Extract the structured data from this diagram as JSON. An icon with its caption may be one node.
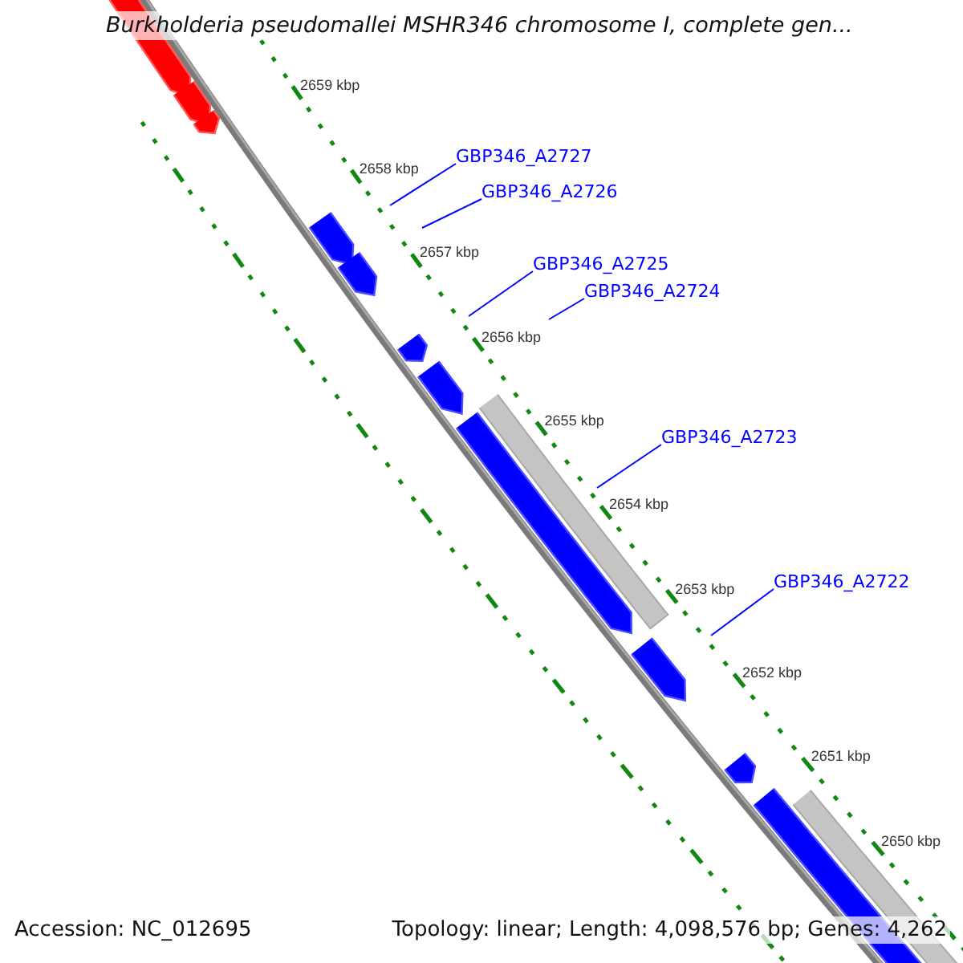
{
  "diagram": {
    "title": "Burkholderia pseudomallei MSHR346 chromosome I, complete gen...",
    "nodes": [
      {
        "text": [
          "GBP346_A2727"
        ]
      },
      {
        "text": [
          "GBP346_A2726"
        ]
      },
      {
        "text": [
          "GBP346_A2725"
        ]
      },
      {
        "text": [
          "GBP346_A2724"
        ]
      },
      {
        "text": [
          "GBP346_A2723"
        ]
      },
      {
        "text": [
          "GBP346_A2722"
        ]
      }
    ],
    "edges": [
      {
        "from": 0,
        "to": null,
        "arrow": "none"
      },
      {
        "from": 1,
        "to": null,
        "arrow": "none"
      },
      {
        "from": 2,
        "to": null,
        "arrow": "none"
      },
      {
        "from": 3,
        "to": null,
        "arrow": "none"
      },
      {
        "from": 4,
        "to": null,
        "arrow": "none"
      },
      {
        "from": 5,
        "to": null,
        "arrow": "none"
      }
    ],
    "labels": [
      "2659 kbp",
      "2658 kbp",
      "2657 kbp",
      "2656 kbp",
      "2655 kbp",
      "2654 kbp",
      "2653 kbp",
      "2652 kbp",
      "2651 kbp",
      "2650 kbp",
      "Accession: NC_012695",
      "Topology: linear; Length: 4,098,576 bp; Genes: 4,262"
    ]
  }
}
